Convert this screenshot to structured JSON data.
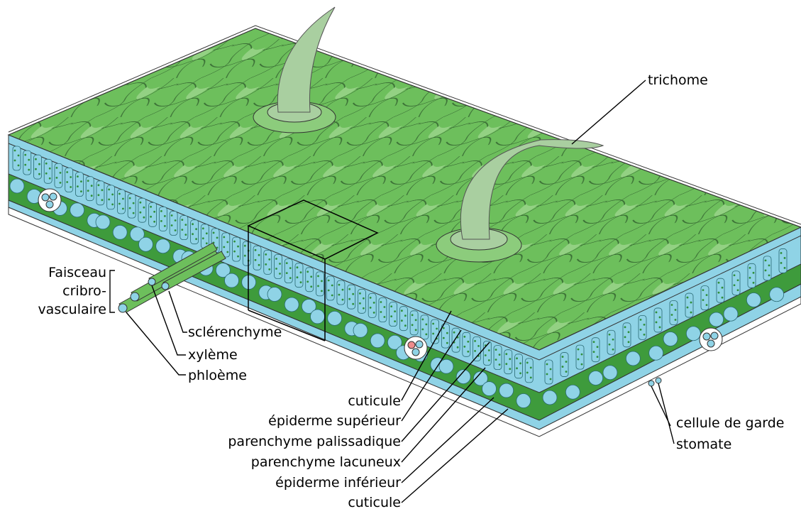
{
  "labels": {
    "trichome": "trichome",
    "faisceau_line1": "Faisceau",
    "faisceau_line2": "cribro-",
    "faisceau_line3": "vasculaire",
    "sclerenchyme": "sclérenchyme",
    "xyleme": "xylème",
    "phloeme": "phloème",
    "cuticule_top": "cuticule",
    "epiderme_superieur": "épiderme supérieur",
    "parenchyme_palissadique": "parenchyme palissadique",
    "parenchyme_lacuneux": "parenchyme lacuneux",
    "epiderme_inferieur": "épiderme inférieur",
    "cuticule_bottom": "cuticule",
    "cellule_de_garde": "cellule de garde",
    "stomate": "stomate"
  },
  "colors": {
    "leaf_surface": "#6dbf5c",
    "leaf_surface_light": "#93d183",
    "epidermis_cell": "#8fd3e6",
    "chloroplast": "#2f8f3a",
    "spongy_dark": "#3e9b3c",
    "trichome": "#a9cfa0",
    "outline": "#2a2a2a"
  }
}
